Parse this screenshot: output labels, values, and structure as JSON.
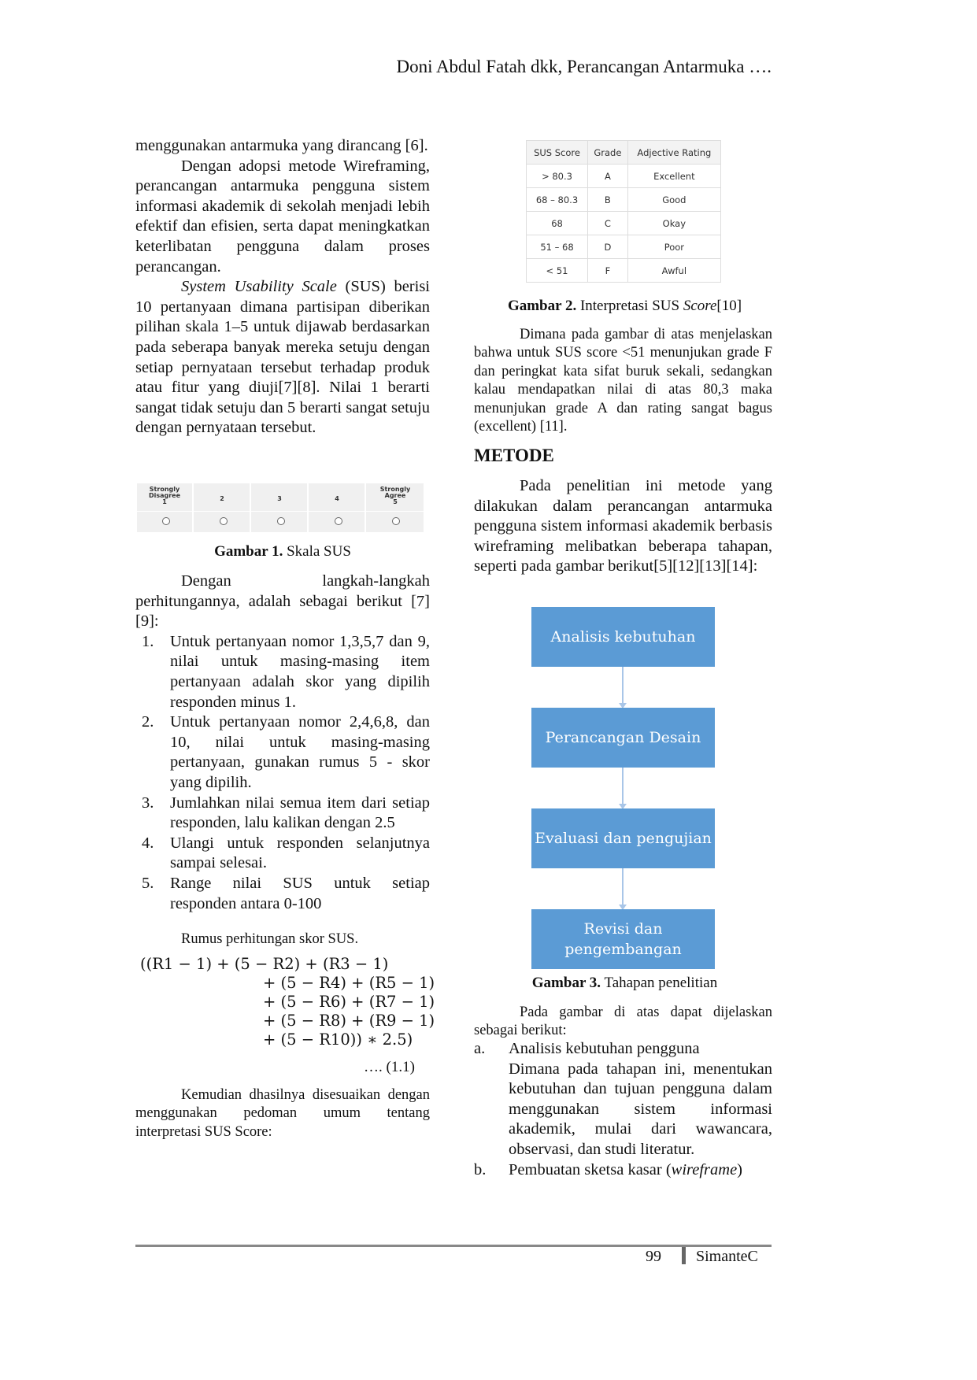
{
  "header": "Doni Abdul Fatah dkk, Perancangan Antarmuka ….",
  "left": {
    "p1": "menggunakan antarmuka yang dirancang [6].",
    "p2": "Dengan adopsi metode Wireframing, perancangan antarmuka pengguna sistem informasi akademik di sekolah menjadi lebih efektif dan efisien, serta dapat meningkatkan keterlibatan pengguna dalam proses perancangan.",
    "p3_italic": "System Usability Scale",
    "p3": " (SUS) berisi 10 pertanyaan dimana partisipan diberikan pilihan skala 1–5 untuk dijawab berdasarkan pada seberapa banyak mereka setuju dengan setiap pernyataan tersebut terhadap produk atau fitur yang diuji[7][8]. Nilai 1 berarti sangat tidak setuju dan 5 berarti sangat setuju dengan pernyataan tersebut.",
    "scale": {
      "labels": [
        "Strongly\nDisagree\n1",
        "2",
        "3",
        "4",
        "Strongly\nAgree\n5"
      ]
    },
    "fig1_bold": "Gambar 1.",
    "fig1_text": " Skala SUS",
    "p4": "Dengan langkah-langkah perhitungannya, adalah sebagai berikut [7][9]:",
    "steps": [
      {
        "num": "1.",
        "text": "Untuk pertanyaan nomor 1,3,5,7 dan 9, nilai untuk masing-masing item pertanyaan adalah skor yang dipilih responden minus 1."
      },
      {
        "num": "2.",
        "text": "Untuk pertanyaan nomor 2,4,6,8, dan 10, nilai untuk masing-masing pertanyaan, gunakan rumus 5 - skor yang dipilih."
      },
      {
        "num": "3.",
        "text": "Jumlahkan nilai semua item dari setiap responden, lalu kalikan dengan 2.5"
      },
      {
        "num": "4.",
        "text": "Ulangi untuk responden selanjutnya sampai selesai."
      },
      {
        "num": "5.",
        "text": "Range nilai SUS untuk setiap responden antara 0-100"
      }
    ],
    "rumus_label": "Rumus perhitungan skor SUS.",
    "formula_lines": [
      "((R1 − 1) + (5 − R2) + (R3 − 1)",
      "+ (5 − R4) + (R5 − 1)",
      "+ (5 − R6) + (R7 − 1)",
      "+ (5 − R8) + (R9 − 1)",
      "+ (5 − R10)) ∗ 2.5)"
    ],
    "eq_num": "…. (1.1)",
    "p5": "Kemudian dhasilnya disesuaikan dengan menggunakan pedoman umum tentang interpretasi SUS Score:"
  },
  "table": {
    "headers": [
      "SUS Score",
      "Grade",
      "Adjective Rating"
    ],
    "rows": [
      [
        "> 80.3",
        "A",
        "Excellent"
      ],
      [
        "68 – 80.3",
        "B",
        "Good"
      ],
      [
        "68",
        "C",
        "Okay"
      ],
      [
        "51 – 68",
        "D",
        "Poor"
      ],
      [
        "< 51",
        "F",
        "Awful"
      ]
    ]
  },
  "right": {
    "fig2_bold": "Gambar 2.",
    "fig2_text": " Interpretasi SUS ",
    "fig2_italic": "Score",
    "fig2_ref": "[10]",
    "p1": "Dimana pada gambar di atas menjelaskan bahwa untuk SUS score <51 menunjukan grade F dan peringkat kata sifat buruk sekali, sedangkan kalau mendapatkan nilai di atas 80,3 maka menunjukan grade A dan rating sangat bagus (excellent) [11].",
    "heading": "METODE",
    "p2": "Pada penelitian ini metode yang dilakukan dalam perancangan antarmuka pengguna sistem informasi akademik berbasis wireframing melibatkan beberapa tahapan, seperti pada gambar berikut[5][12][13][14]:",
    "flow": [
      "Analisis kebutuhan",
      "Perancangan Desain",
      "Evaluasi dan pengujian",
      "Revisi dan pengembangan"
    ],
    "fig3_bold": "Gambar 3.",
    "fig3_text": " Tahapan penelitian",
    "p3": "Pada gambar di atas dapat dijelaskan sebagai berikut:",
    "list_a_label": "a.",
    "list_a_title": "Analisis kebutuhan pengguna",
    "list_a_body": "Dimana pada tahapan ini, menentukan kebutuhan dan tujuan pengguna dalam menggunakan sistem informasi akademik, mulai dari wawancara, observasi, dan studi literatur.",
    "list_b_label": "b.",
    "list_b_text": "Pembuatan sketsa kasar (",
    "list_b_italic": "wireframe",
    "list_b_end": ")"
  },
  "footer": {
    "page": "99",
    "journal": "SimanteC"
  }
}
